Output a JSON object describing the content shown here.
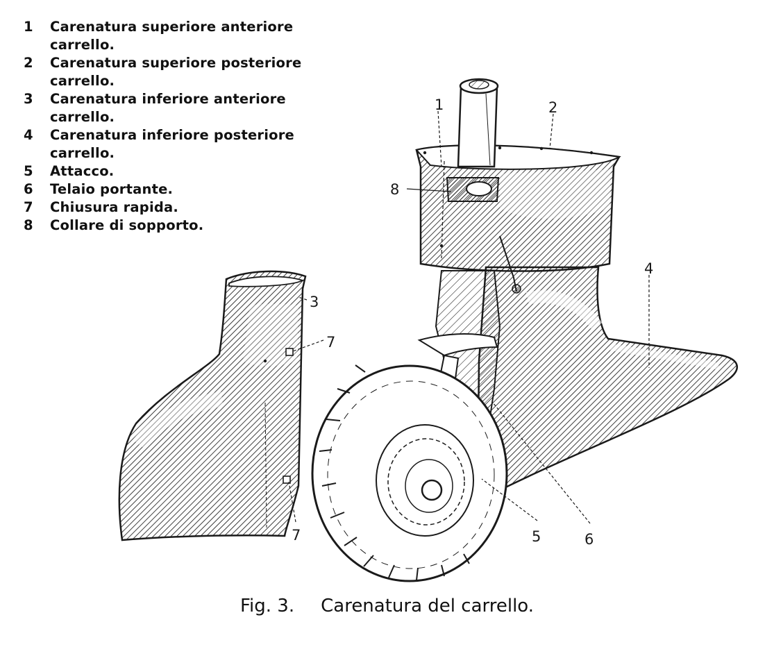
{
  "legend": {
    "items": [
      {
        "num": "1",
        "text": "Carenatura superiore anteriore carrello."
      },
      {
        "num": "2",
        "text": "Carenatura superiore posteriore carrello."
      },
      {
        "num": "3",
        "text": "Carenatura inferiore anteriore carrello."
      },
      {
        "num": "4",
        "text": "Carenatura inferiore posteriore carrello."
      },
      {
        "num": "5",
        "text": "Attacco."
      },
      {
        "num": "6",
        "text": "Telaio portante."
      },
      {
        "num": "7",
        "text": "Chiusura rapida."
      },
      {
        "num": "8",
        "text": "Collare di sopporto."
      }
    ]
  },
  "callouts": {
    "c1": "1",
    "c2": "2",
    "c3": "3",
    "c4": "4",
    "c5": "5",
    "c6": "6",
    "c7a": "7",
    "c7b": "7",
    "c8": "8"
  },
  "caption": {
    "figure": "Fig. 3.",
    "title": "Carenatura del carrello."
  },
  "colors": {
    "ink": "#1a1a1a",
    "paper": "#ffffff"
  }
}
